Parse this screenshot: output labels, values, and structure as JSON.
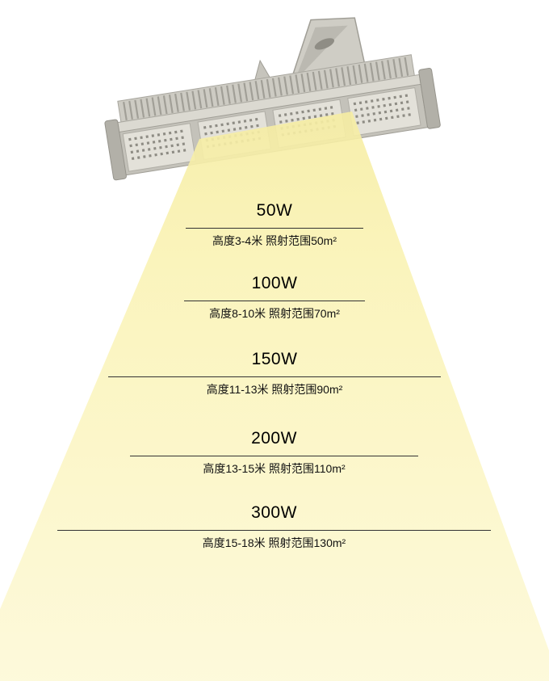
{
  "page": {
    "background": "#ffffff"
  },
  "lamp": {
    "name": "modular-led-flood-light",
    "body_color": "#cdcbc3",
    "module_color": "#e3e1d9",
    "fin_color": "#a19f97"
  },
  "beam": {
    "color_top": "#f6eda2",
    "color_mid": "#faf3b6",
    "color_bottom": "#fdf9d8"
  },
  "levels": [
    {
      "watt": "50W",
      "desc": "高度3-4米 照射范围50m²"
    },
    {
      "watt": "100W",
      "desc": "高度8-10米 照射范围70m²"
    },
    {
      "watt": "150W",
      "desc": "高度11-13米 照射范围90m²"
    },
    {
      "watt": "200W",
      "desc": "高度13-15米 照射范围110m²"
    },
    {
      "watt": "300W",
      "desc": "高度15-18米 照射范围130m²"
    }
  ]
}
